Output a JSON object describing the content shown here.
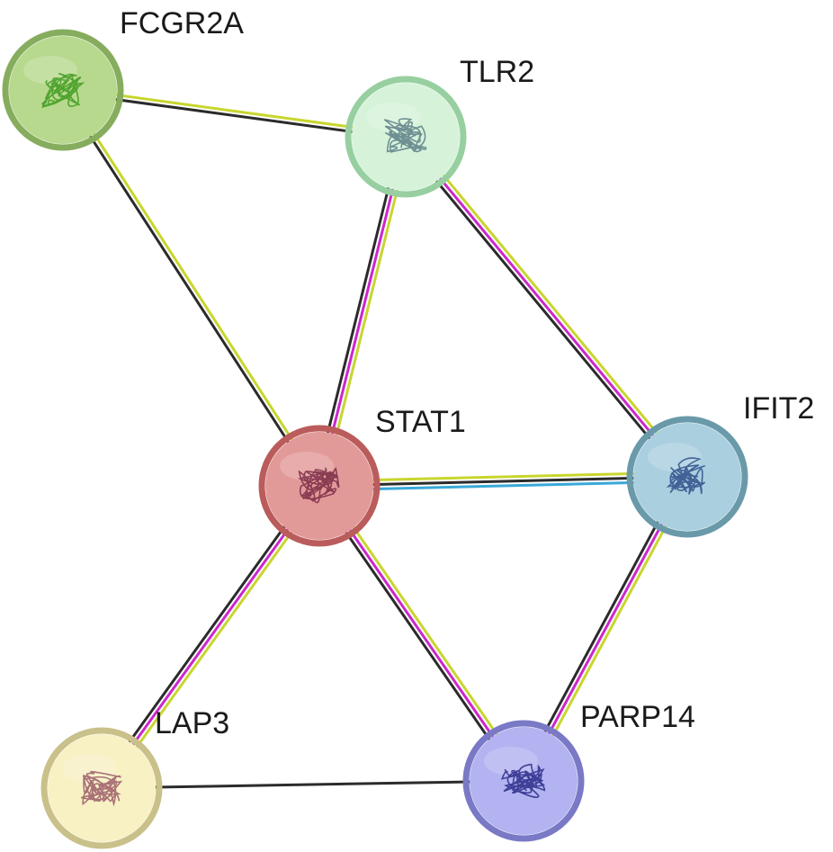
{
  "diagram": {
    "type": "protein-interaction-network",
    "nodes": [
      {
        "id": "FCGR2A",
        "label": "FCGR2A",
        "fill": "#b7d98e",
        "ring": "#86ad5e",
        "glyph_color": "#3f9a1e"
      },
      {
        "id": "TLR2",
        "label": "TLR2",
        "fill": "#d6f3da",
        "ring": "#97cfa0",
        "glyph_color": "#5d7e86"
      },
      {
        "id": "STAT1",
        "label": "STAT1",
        "fill": "#e29a99",
        "ring": "#bb5c5c",
        "glyph_color": "#7a2b45"
      },
      {
        "id": "IFIT2",
        "label": "IFIT2",
        "fill": "#aacfdf",
        "ring": "#6a9aaa",
        "glyph_color": "#2f4f8a"
      },
      {
        "id": "LAP3",
        "label": "LAP3",
        "fill": "#f7f1c4",
        "ring": "#c9c08a",
        "glyph_color": "#9c5c6a"
      },
      {
        "id": "PARP14",
        "label": "PARP14",
        "fill": "#b3b3f1",
        "ring": "#7979c6",
        "glyph_color": "#2a2a88"
      }
    ],
    "edges": [
      {
        "source": "FCGR2A",
        "target": "TLR2",
        "evidence": [
          "textmining",
          "coexpression"
        ]
      },
      {
        "source": "FCGR2A",
        "target": "STAT1",
        "evidence": [
          "textmining",
          "coexpression"
        ]
      },
      {
        "source": "TLR2",
        "target": "STAT1",
        "evidence": [
          "textmining",
          "experiments",
          "coexpression"
        ]
      },
      {
        "source": "TLR2",
        "target": "IFIT2",
        "evidence": [
          "textmining",
          "experiments",
          "coexpression"
        ]
      },
      {
        "source": "STAT1",
        "target": "IFIT2",
        "evidence": [
          "textmining",
          "coexpression",
          "database"
        ]
      },
      {
        "source": "STAT1",
        "target": "LAP3",
        "evidence": [
          "textmining",
          "experiments",
          "coexpression"
        ]
      },
      {
        "source": "STAT1",
        "target": "PARP14",
        "evidence": [
          "textmining",
          "experiments",
          "coexpression"
        ]
      },
      {
        "source": "IFIT2",
        "target": "PARP14",
        "evidence": [
          "textmining",
          "experiments",
          "coexpression"
        ]
      },
      {
        "source": "LAP3",
        "target": "PARP14",
        "evidence": [
          "coexpression"
        ]
      }
    ],
    "evidence_colors": {
      "coexpression": "#2b2b2b",
      "textmining": "#c8d62e",
      "experiments": "#cc27cc",
      "database": "#3aa8d8"
    }
  }
}
